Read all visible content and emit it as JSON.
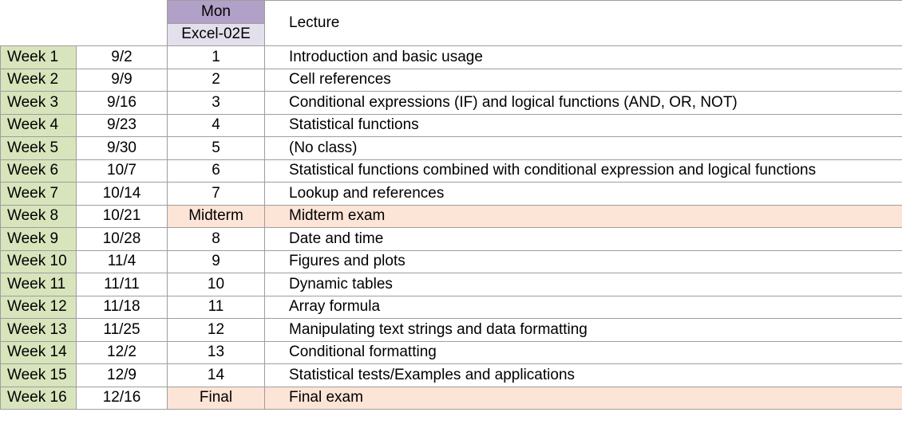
{
  "colors": {
    "week_bg": "#d8e4bc",
    "day_header_bg": "#b1a0c7",
    "section_header_bg": "#e4dfec",
    "exam_bg": "#fce4d6",
    "grid": "#9e9e9e"
  },
  "header": {
    "day": "Mon",
    "section": "Excel-02E",
    "lecture": "Lecture"
  },
  "rows": [
    {
      "week": "Week 1",
      "date": "9/2",
      "num": "1",
      "lecture": "Introduction and basic usage",
      "exam": false
    },
    {
      "week": "Week 2",
      "date": "9/9",
      "num": "2",
      "lecture": "Cell references",
      "exam": false
    },
    {
      "week": "Week 3",
      "date": "9/16",
      "num": "3",
      "lecture": "Conditional expressions (IF) and logical functions (AND, OR, NOT)",
      "exam": false
    },
    {
      "week": "Week 4",
      "date": "9/23",
      "num": "4",
      "lecture": "Statistical functions",
      "exam": false
    },
    {
      "week": "Week 5",
      "date": "9/30",
      "num": "5",
      "lecture": "(No class)",
      "exam": false
    },
    {
      "week": "Week 6",
      "date": "10/7",
      "num": "6",
      "lecture": "Statistical functions combined with conditional expression and logical functions",
      "exam": false
    },
    {
      "week": "Week 7",
      "date": "10/14",
      "num": "7",
      "lecture": "Lookup and references",
      "exam": false
    },
    {
      "week": "Week 8",
      "date": "10/21",
      "num": "Midterm",
      "lecture": "Midterm exam",
      "exam": true
    },
    {
      "week": "Week 9",
      "date": "10/28",
      "num": "8",
      "lecture": "Date and time",
      "exam": false
    },
    {
      "week": "Week 10",
      "date": "11/4",
      "num": "9",
      "lecture": "Figures and plots",
      "exam": false
    },
    {
      "week": "Week 11",
      "date": "11/11",
      "num": "10",
      "lecture": "Dynamic tables",
      "exam": false
    },
    {
      "week": "Week 12",
      "date": "11/18",
      "num": "11",
      "lecture": "Array formula",
      "exam": false
    },
    {
      "week": "Week 13",
      "date": "11/25",
      "num": "12",
      "lecture": "Manipulating text strings and data formatting",
      "exam": false
    },
    {
      "week": "Week 14",
      "date": "12/2",
      "num": "13",
      "lecture": "Conditional formatting",
      "exam": false
    },
    {
      "week": "Week 15",
      "date": "12/9",
      "num": "14",
      "lecture": "Statistical tests/Examples and applications",
      "exam": false
    },
    {
      "week": "Week 16",
      "date": "12/16",
      "num": "Final",
      "lecture": "Final exam",
      "exam": true
    }
  ]
}
